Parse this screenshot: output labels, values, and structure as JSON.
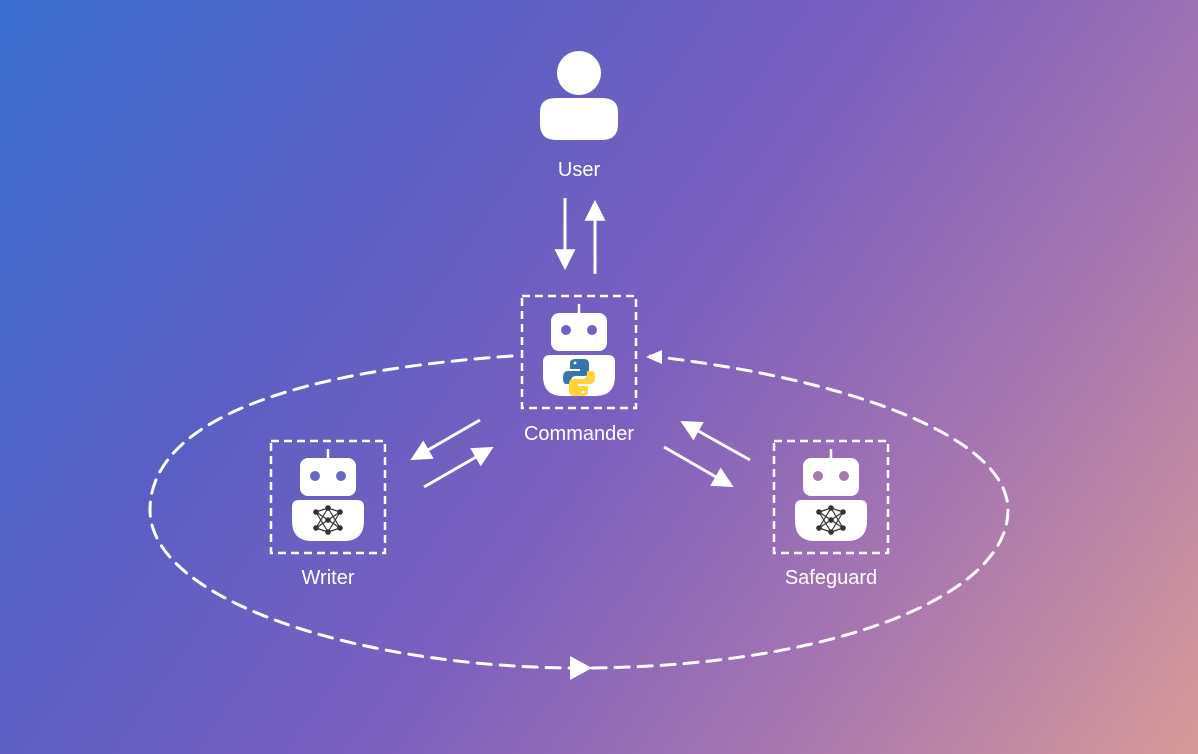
{
  "diagram": {
    "nodes": {
      "user": {
        "label": "User",
        "icon": "user-icon"
      },
      "commander": {
        "label": "Commander",
        "icon": "robot-python-icon"
      },
      "writer": {
        "label": "Writer",
        "icon": "robot-neural-net-icon"
      },
      "safeguard": {
        "label": "Safeguard",
        "icon": "robot-neural-net-icon"
      }
    },
    "colors": {
      "foreground": "#ffffff",
      "python_blue": "#3776ab",
      "python_yellow": "#ffd43b",
      "gradient_start": "#3a6fd0",
      "gradient_mid": "#7b5fbf",
      "gradient_end": "#d89a98"
    }
  }
}
